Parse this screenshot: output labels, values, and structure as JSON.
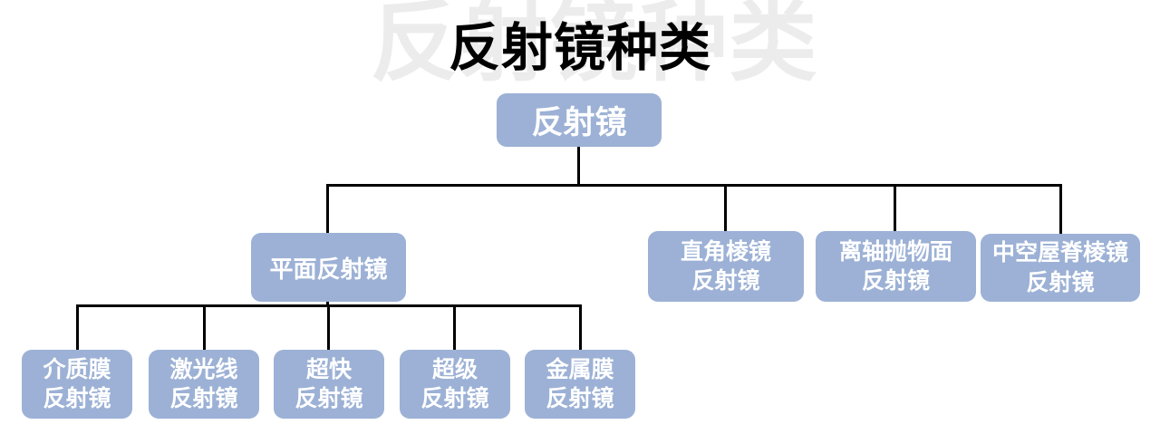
{
  "title": "反射镜种类",
  "watermark_text": "反射镜种类",
  "colors": {
    "node_fill": "#9CB1D5",
    "node_text": "#FFFFFF",
    "connector": "#000000",
    "title_color": "#000000",
    "watermark_color": "#ECECEC",
    "background": "#FFFFFF"
  },
  "tree": {
    "root": {
      "label": "反射镜"
    },
    "level2": [
      {
        "label": "平面反射镜"
      },
      {
        "label": "直角棱镜\n反射镜"
      },
      {
        "label": "离轴抛物面\n反射镜"
      },
      {
        "label": "中空屋脊棱镜\n反射镜"
      }
    ],
    "level3": [
      {
        "label": "介质膜\n反射镜"
      },
      {
        "label": "激光线\n反射镜"
      },
      {
        "label": "超快\n反射镜"
      },
      {
        "label": "超级\n反射镜"
      },
      {
        "label": "金属膜\n反射镜"
      }
    ]
  }
}
